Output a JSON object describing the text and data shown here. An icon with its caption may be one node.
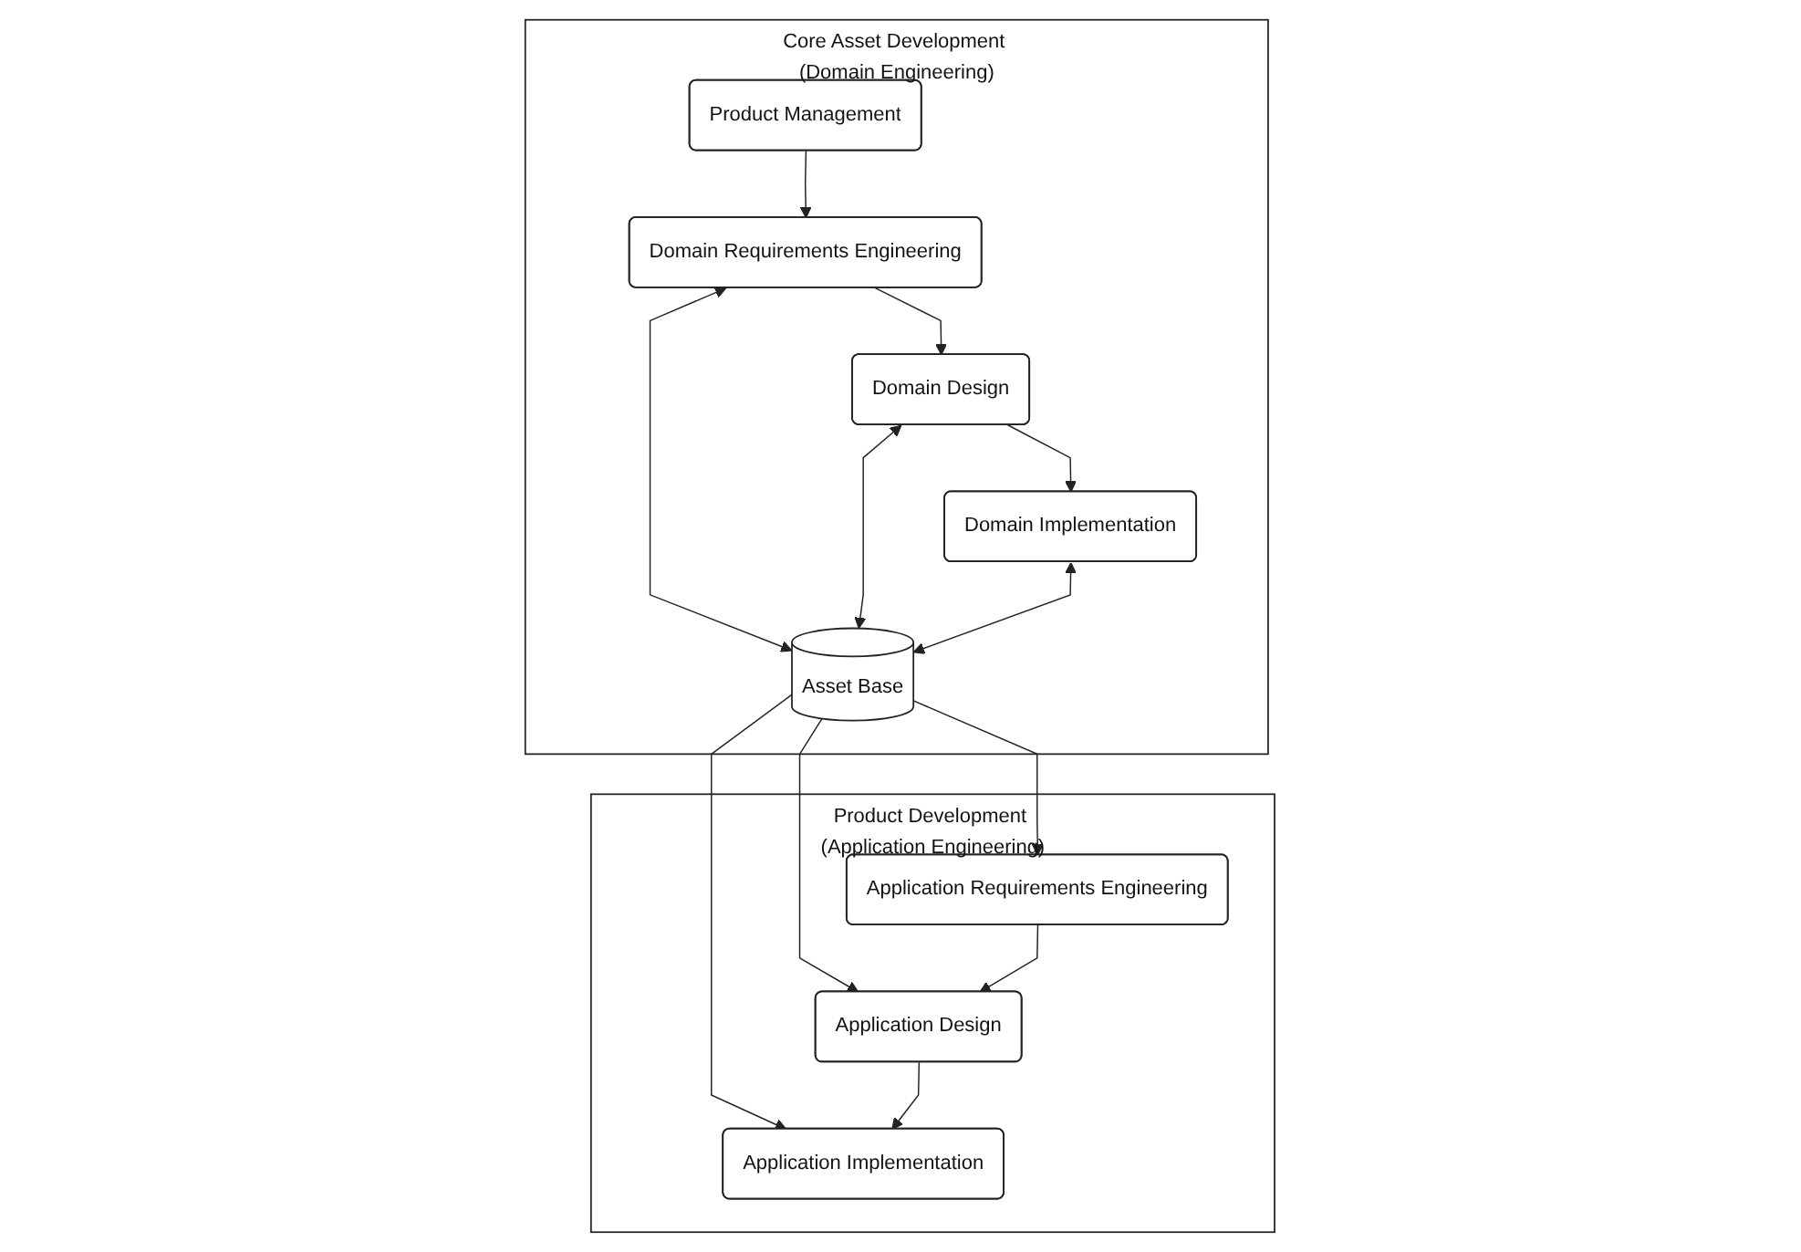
{
  "diagram": {
    "nodes": [
      {
        "text": [
          "Core Asset Development (Domain Engineering)"
        ]
      },
      {
        "text": [
          "Product Management"
        ],
        "in": 0
      },
      {
        "text": [
          "Domain Requirements Engineering"
        ],
        "in": 0
      },
      {
        "text": [
          "Domain Design"
        ],
        "in": 0
      },
      {
        "text": [
          "Domain Implementation"
        ],
        "in": 0
      },
      {
        "text": [
          "Asset Base"
        ],
        "in": 0
      },
      {
        "text": [
          "Product Development (Application Engineering)"
        ]
      },
      {
        "text": [
          "Application Requirements Engineering"
        ],
        "in": 6
      },
      {
        "text": [
          "Application Design"
        ],
        "in": 6
      },
      {
        "text": [
          "Application Implementation"
        ],
        "in": 6
      }
    ],
    "edges": [
      {
        "from": 1,
        "to": 2,
        "arrow": "to"
      },
      {
        "from": 2,
        "to": 3,
        "arrow": "to"
      },
      {
        "from": 3,
        "to": 4,
        "arrow": "to"
      },
      {
        "from": 2,
        "to": 5,
        "arrow": "both"
      },
      {
        "from": 3,
        "to": 5,
        "arrow": "both"
      },
      {
        "from": 4,
        "to": 5,
        "arrow": "both"
      },
      {
        "from": 5,
        "to": 7,
        "arrow": "to"
      },
      {
        "from": 5,
        "to": 8,
        "arrow": "to"
      },
      {
        "from": 5,
        "to": 9,
        "arrow": "to"
      },
      {
        "from": 7,
        "to": 8,
        "arrow": "to"
      },
      {
        "from": 8,
        "to": 9,
        "arrow": "to"
      }
    ]
  }
}
